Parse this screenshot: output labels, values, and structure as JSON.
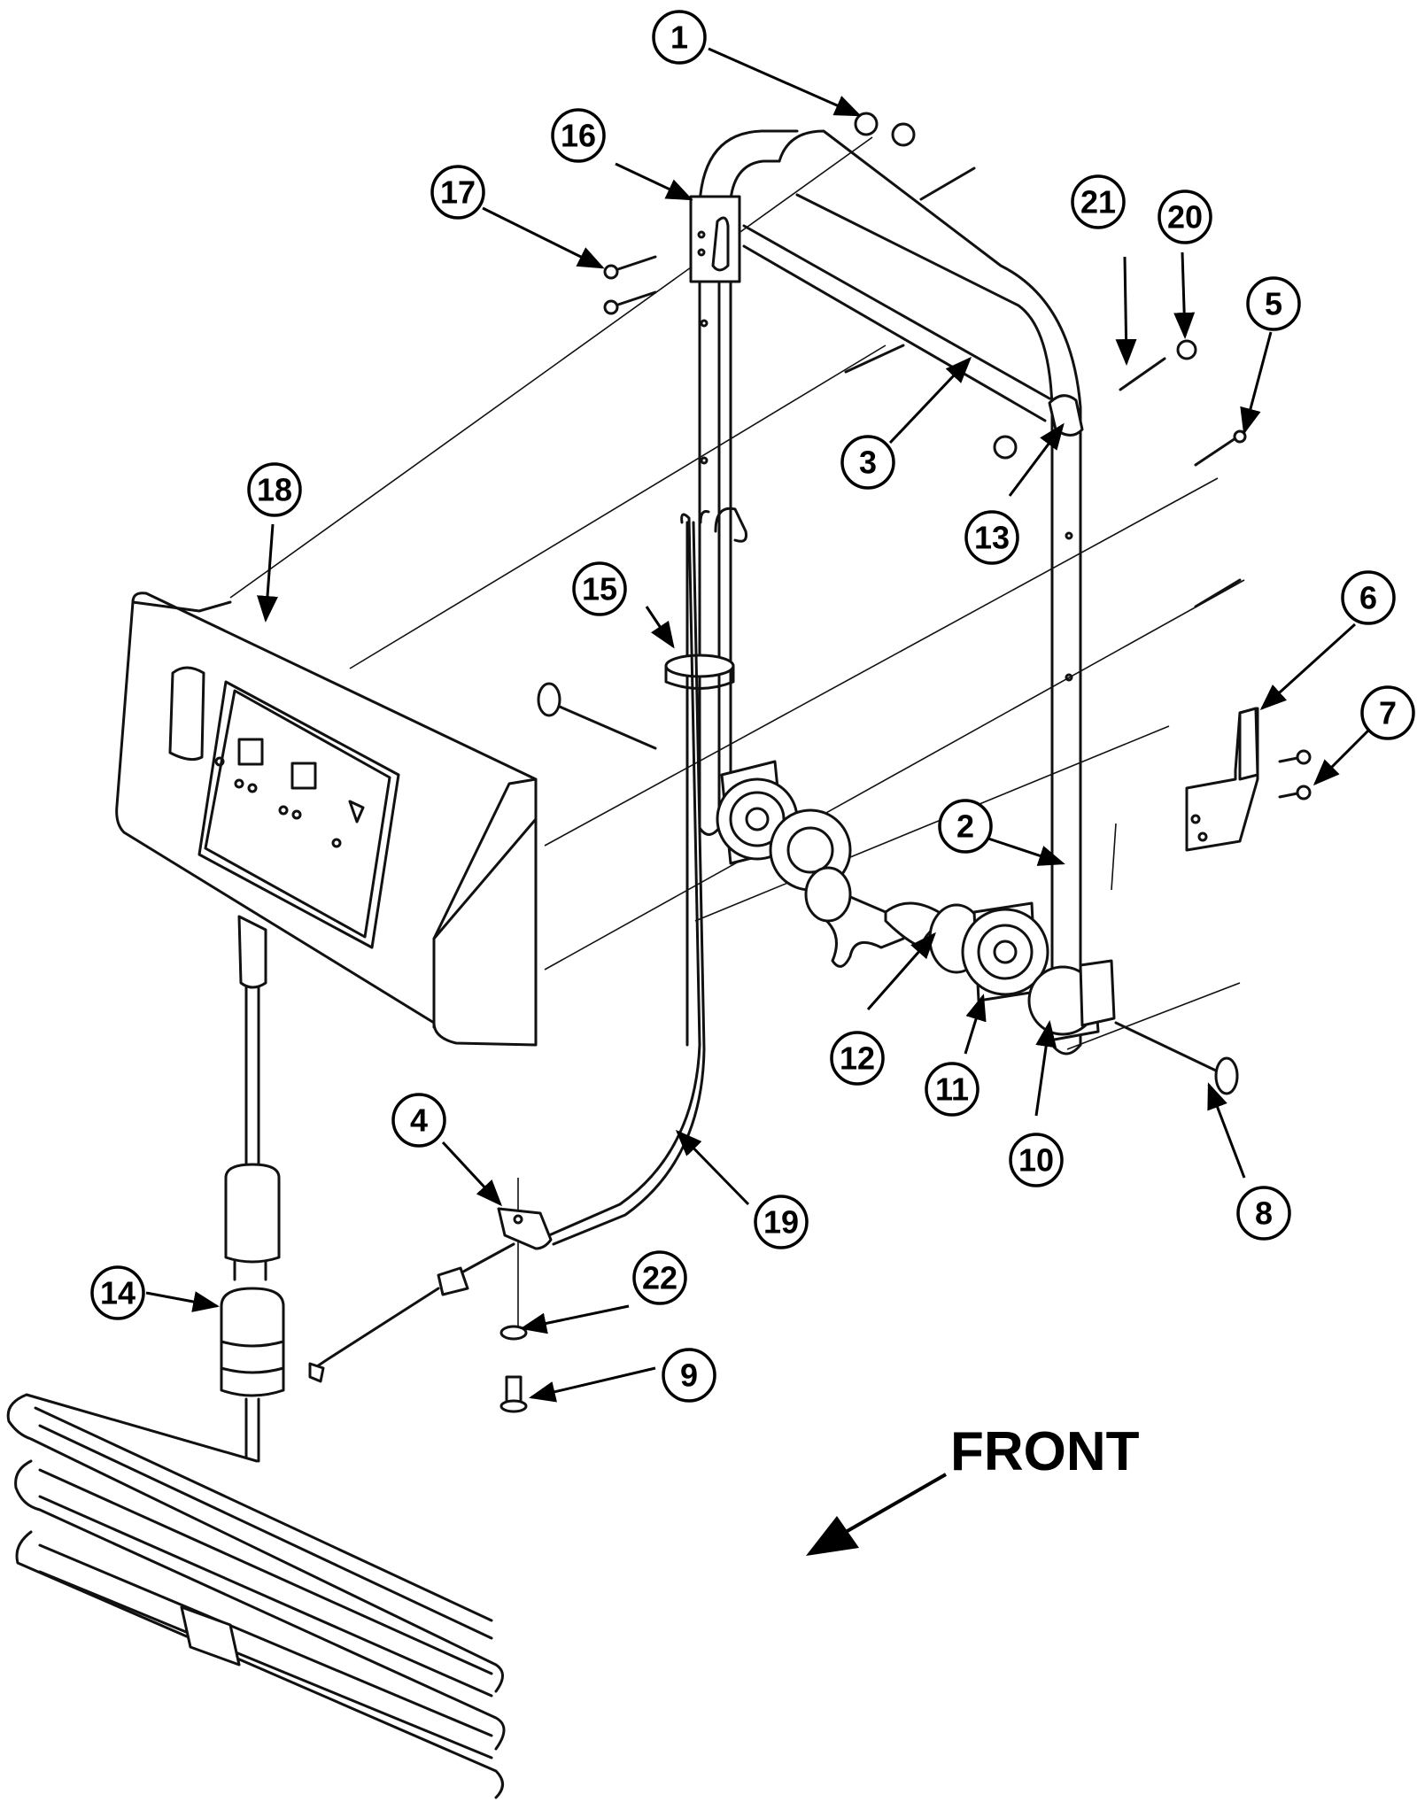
{
  "callouts": [
    "1",
    "2",
    "3",
    "4",
    "5",
    "6",
    "7",
    "8",
    "9",
    "10",
    "11",
    "12",
    "13",
    "14",
    "15",
    "16",
    "17",
    "18",
    "19",
    "20",
    "21",
    "22"
  ],
  "front_label": "FRONT"
}
